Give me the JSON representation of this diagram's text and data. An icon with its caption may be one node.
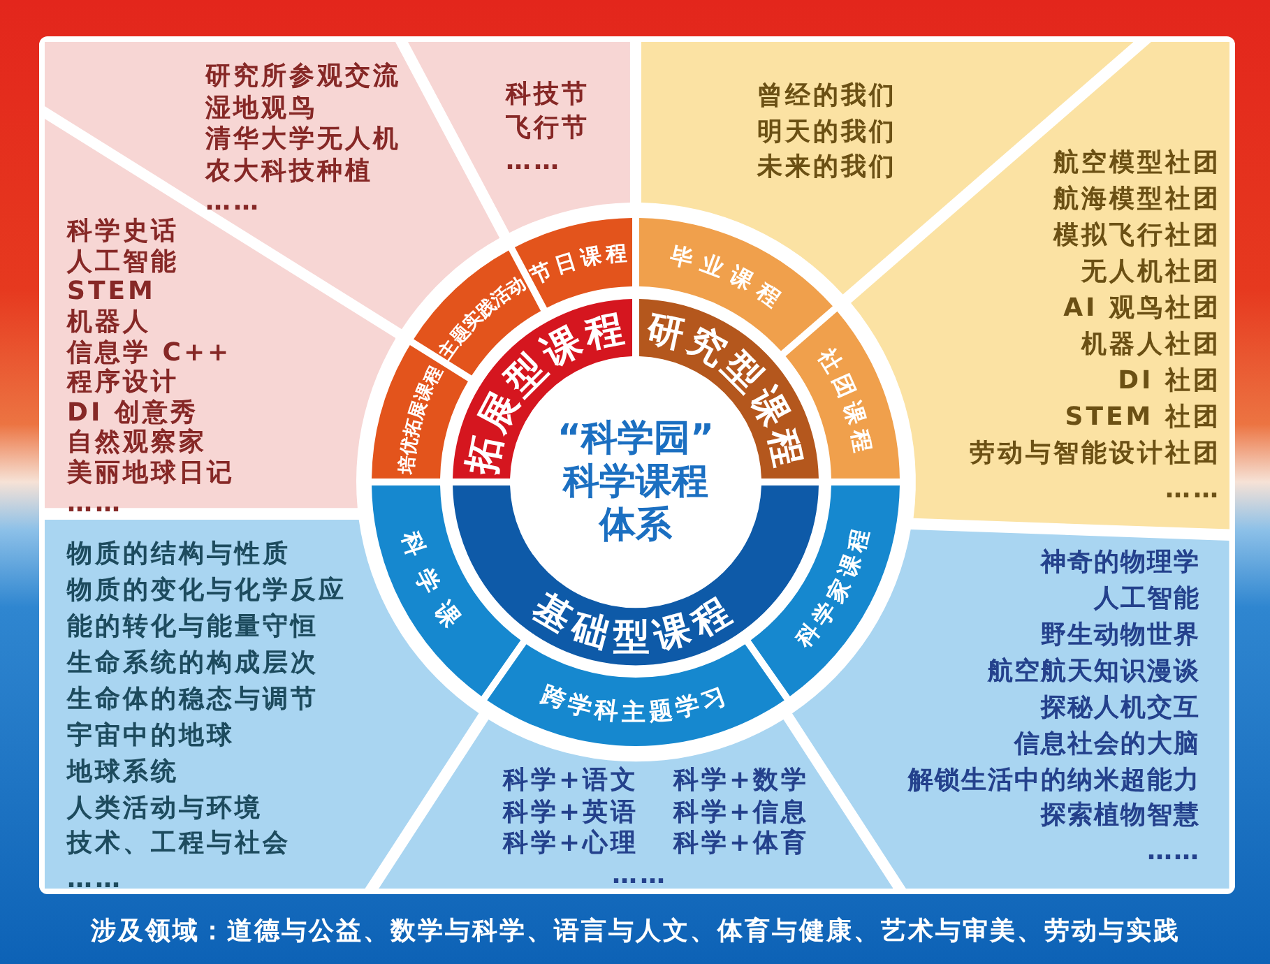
{
  "diagram": {
    "nodes": [
      {
        "text": [
          "“科学园”科学课程体系"
        ]
      },
      {
        "text": [
          "拓展型课程"
        ]
      },
      {
        "text": [
          "研究型课程"
        ]
      },
      {
        "text": [
          "基础型课程"
        ]
      },
      {
        "text": [
          "培优拓展课程"
        ]
      },
      {
        "text": [
          "主题实践活动"
        ]
      },
      {
        "text": [
          "节日课程"
        ]
      },
      {
        "text": [
          "毕业课程"
        ]
      },
      {
        "text": [
          "社团课程"
        ]
      },
      {
        "text": [
          "科学家课程"
        ]
      },
      {
        "text": [
          "跨学科主题学习"
        ]
      },
      {
        "text": [
          "科学课"
        ]
      },
      {
        "text": [
          "科学史话",
          "人工智能",
          "STEM",
          "机器人",
          "信息学 C++",
          "程序设计",
          "DI 创意秀",
          "自然观察家",
          "美丽地球日记",
          "……"
        ]
      },
      {
        "text": [
          "研究所参观交流",
          "湿地观鸟",
          "清华大学无人机",
          "农大科技种植",
          "……"
        ]
      },
      {
        "text": [
          "科技节",
          "飞行节",
          "……"
        ]
      },
      {
        "text": [
          "曾经的我们",
          "明天的我们",
          "未来的我们"
        ]
      },
      {
        "text": [
          "航空模型社团",
          "航海模型社团",
          "模拟飞行社团",
          "无人机社团",
          "AI 观鸟社团",
          "机器人社团",
          "DI 社团",
          "STEM 社团",
          "劳动与智能设计社团",
          "……"
        ]
      },
      {
        "text": [
          "神奇的物理学",
          "人工智能",
          "野生动物世界",
          "航空航天知识漫谈",
          "探秘人机交互",
          "信息社会的大脑",
          "解锁生活中的纳米超能力",
          "探索植物智慧",
          "……"
        ]
      },
      {
        "text": [
          "科学+语文",
          "科学+数学",
          "科学+英语",
          "科学+信息",
          "科学+心理",
          "科学+体育",
          "……"
        ]
      },
      {
        "text": [
          "物质的结构与性质",
          "物质的变化与化学反应",
          "能的转化与能量守恒",
          "生命系统的构成层次",
          "生命体的稳态与调节",
          "宇宙中的地球",
          "地球系统",
          "人类活动与环境",
          "技术、工程与社会",
          "……"
        ]
      }
    ],
    "caption": "涉及领域：道德与公益、数学与科学、语言与人文、体育与健康、艺术与审美、劳动与实践"
  }
}
